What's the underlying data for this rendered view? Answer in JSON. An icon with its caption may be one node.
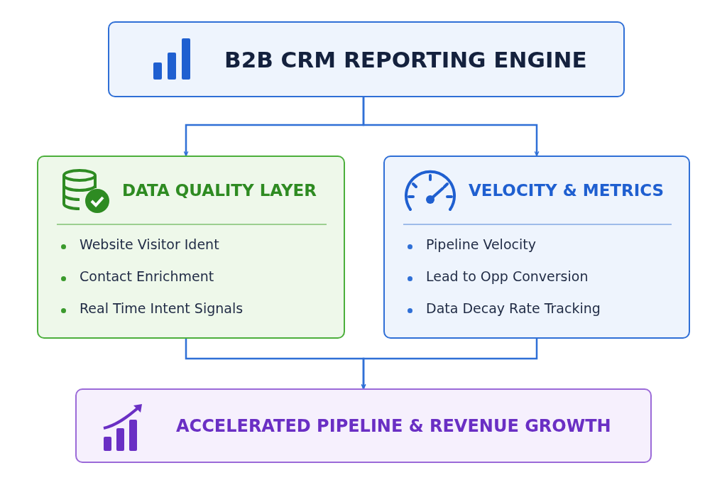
{
  "diagram": {
    "nodes": [
      {
        "text": [
          "B2B CRM REPORTING ENGINE"
        ]
      },
      {
        "text": [
          "DATA QUALITY LAYER",
          "Website Visitor Ident",
          "Contact Enrichment",
          "Real Time Intent Signals"
        ]
      },
      {
        "text": [
          "VELOCITY & METRICS",
          "Pipeline Velocity",
          "Lead to Opp Conversion",
          "Data Decay Rate Tracking"
        ]
      },
      {
        "text": [
          "ACCELERATED PIPELINE & REVENUE GROWTH"
        ]
      }
    ],
    "edges": [
      {
        "from": 0,
        "to": 1,
        "arrow": "to"
      },
      {
        "from": 0,
        "to": 2,
        "arrow": "to"
      },
      {
        "from": 1,
        "to": 3,
        "arrow": "to"
      },
      {
        "from": 2,
        "to": 3,
        "arrow": "to"
      }
    ]
  }
}
